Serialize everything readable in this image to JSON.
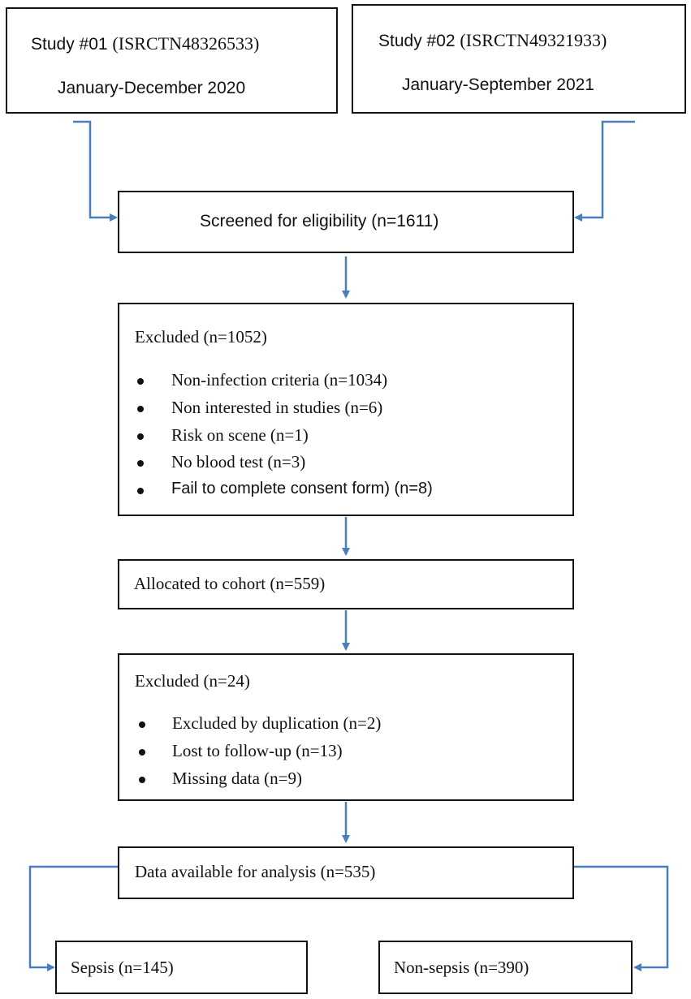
{
  "study1": {
    "label": "Study #01",
    "id": "(ISRCTN48326533)",
    "period": "January-December 2020"
  },
  "study2": {
    "label": "Study #02",
    "id": "(ISRCTN49321933)",
    "period": "January-September 2021"
  },
  "screened": "Screened for eligibility (n=1611)",
  "excluded1": {
    "title": "Excluded (n=1052)",
    "items": [
      "Non-infection criteria (n=1034)",
      "Non interested in studies (n=6)",
      "Risk on scene (n=1)",
      "No blood test (n=3)",
      "Fail to complete consent form) (n=8)"
    ]
  },
  "allocated": "Allocated to cohort (n=559)",
  "excluded2": {
    "title": "Excluded (n=24)",
    "items": [
      "Excluded by duplication (n=2)",
      "Lost to follow-up (n=13)",
      "Missing data (n=9)"
    ]
  },
  "analysis": "Data available for analysis (n=535)",
  "sepsis": "Sepsis (n=145)",
  "nonsepsis": "Non-sepsis (n=390)",
  "colors": {
    "connector": "#4a7ebb",
    "border": "#111111"
  }
}
